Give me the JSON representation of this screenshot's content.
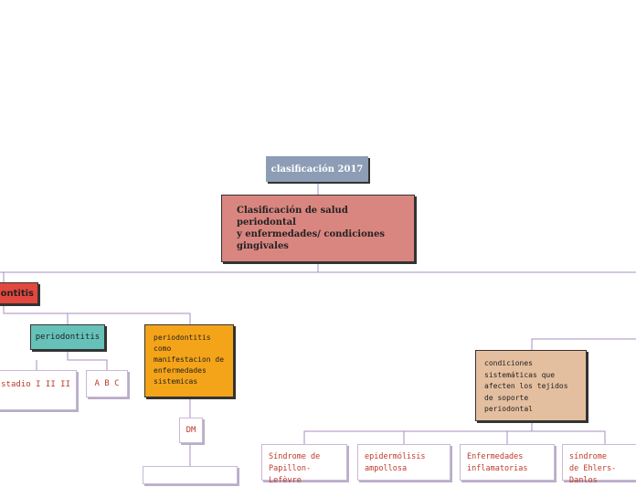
{
  "diagram": {
    "title": "clasificación 2017",
    "root": "Clasificación de salud\nperiodontal\ny enfermedades/ condiciones\ngingivales",
    "periodontitis_main": "odontitis",
    "periodontitis_sub": "periodontitis",
    "estadio": "stadio I II II",
    "grado": "A B C",
    "sistemica": "periodontitis\ncomo\nmanifestacion de\nenfermedades\nsistemicas",
    "dm": "DM",
    "condiciones": "condiciones\nsistemáticas que\nafecten los tejidos\nde soporte\nperiodontal",
    "leaves": [
      "Síndrome de\nPapillon-Lefèvre",
      "epidermólisis\nampollosa",
      "Enfermedades\ninflamatorias",
      "síndrome\nde Ehlers-Danlos"
    ]
  },
  "colors": {
    "title_fill": "#8c9db5",
    "root_fill": "#d98680",
    "periodontitis_main_fill": "#e2483d",
    "periodontitis_sub_fill": "#66c2b8",
    "sistemica_fill": "#f4a418",
    "condiciones_fill": "#e4bf9f",
    "leaf_text": "#c0392b",
    "connector": "#a98cc4"
  }
}
